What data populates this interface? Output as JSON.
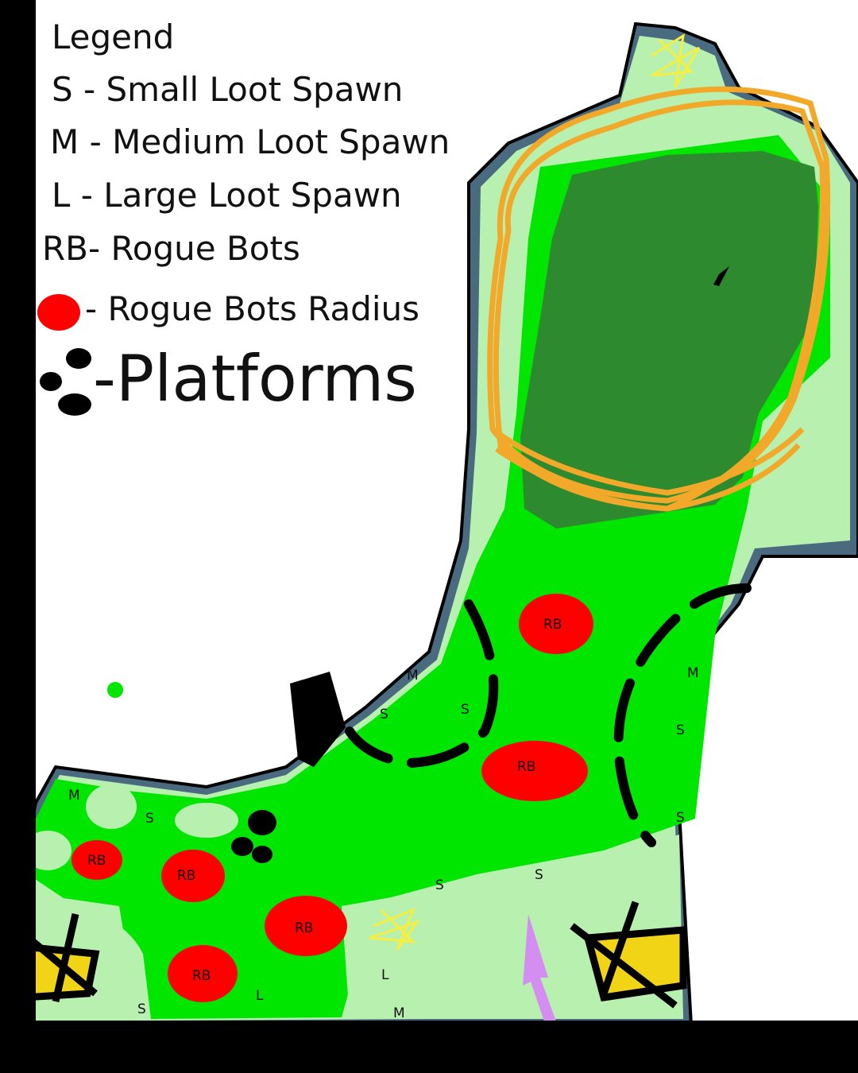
{
  "legend": {
    "title": "Legend",
    "small": "S - Small Loot Spawn",
    "medium": "M - Medium Loot Spawn",
    "large": "L - Large Loot Spawn",
    "rogue_bots": "RB- Rogue Bots",
    "rogue_radius": "- Rogue Bots Radius",
    "platforms": "-Platforms"
  },
  "map": {
    "labels": {
      "rb": "RB",
      "s": "S",
      "m": "M",
      "l": "L"
    }
  },
  "colors": {
    "bright_green": "#00e600",
    "light_green": "#b8f0b0",
    "dark_green": "#2e8a2e",
    "rogue_red": "#ff0000",
    "orange_ring": "#f2a92a",
    "arrow_purple": "#d48ef2",
    "slate_edge": "#4a6a80",
    "yellow_star": "#f7ef40"
  }
}
